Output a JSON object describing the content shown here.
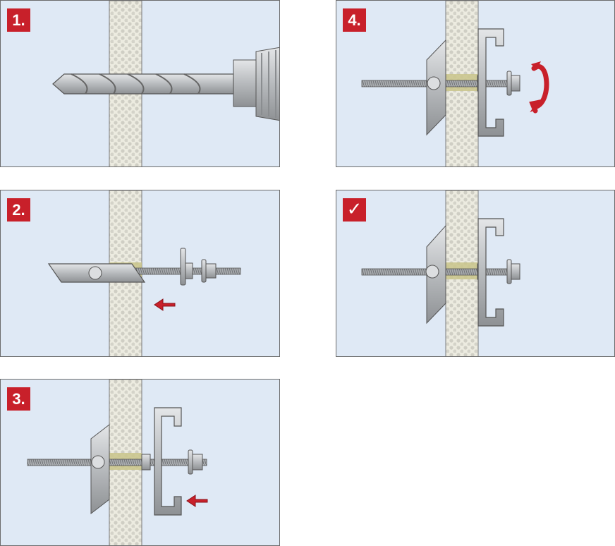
{
  "steps": [
    {
      "label": "1.",
      "action": "drill"
    },
    {
      "label": "2.",
      "action": "insert"
    },
    {
      "label": "3.",
      "action": "fit-bracket"
    },
    {
      "label": "4.",
      "action": "tighten"
    },
    {
      "label": "✓",
      "action": "done"
    }
  ],
  "colors": {
    "background": "#dfe9f5",
    "wall": "#ede8d9",
    "hole": "#c9c48a",
    "badge": "#c8202a",
    "arrow": "#c8202a",
    "metal": "#c4c7cb"
  }
}
